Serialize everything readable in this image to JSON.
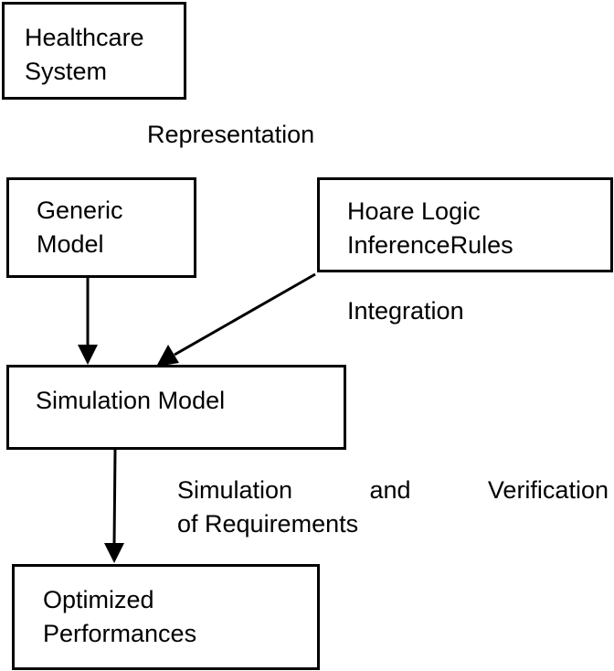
{
  "boxes": {
    "healthcare": {
      "line1": "Healthcare",
      "line2": "System"
    },
    "generic": {
      "line1": "Generic",
      "line2": "Model"
    },
    "hoare": {
      "line1": "Hoare Logic",
      "line2": "InferenceRules"
    },
    "simulation": {
      "line1": "Simulation Model"
    },
    "optimized": {
      "line1": "Optimized",
      "line2": "Performances"
    }
  },
  "labels": {
    "representation": "Representation",
    "integration": "Integration",
    "simulation_verification": {
      "word1": "Simulation",
      "word2": "and",
      "word3": "Verification",
      "line2": "of Requirements"
    }
  },
  "colors": {
    "stroke": "#000000",
    "background": "#ffffff"
  }
}
